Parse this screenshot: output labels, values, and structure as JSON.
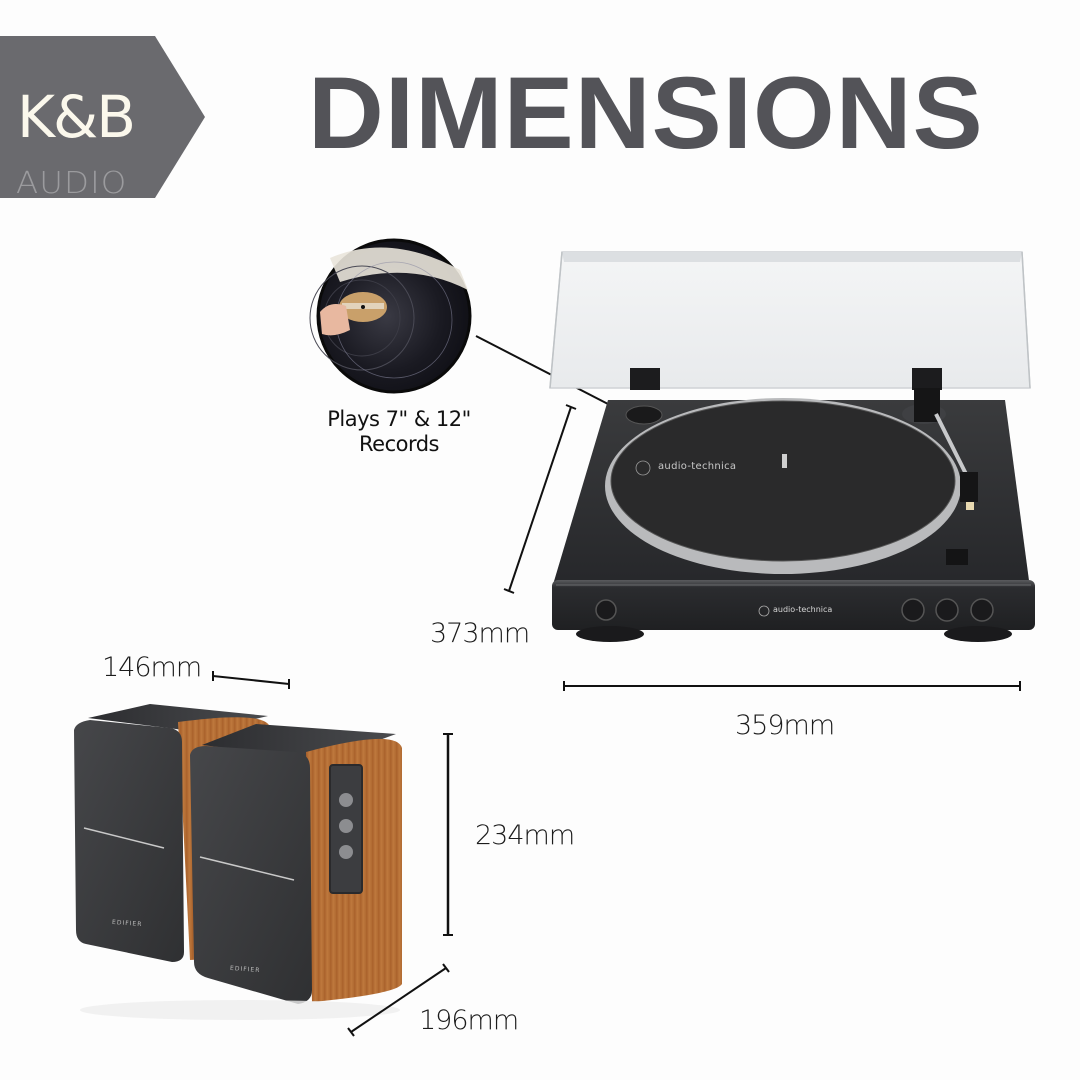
{
  "brand": {
    "logo_primary": "K&B",
    "logo_secondary": "AUDIO",
    "badge_color": "#6a6a6e",
    "primary_text_color": "#fbf8ec",
    "secondary_text_color": "#9b9b9e"
  },
  "header": {
    "title": "DIMENSIONS",
    "title_color": "#535358"
  },
  "callout": {
    "caption": "Plays 7\" & 12\" Records",
    "caption_line1": "Plays 7\" & 12\"",
    "caption_line2": "Records",
    "icon": "vinyl-record-closeup"
  },
  "turntable": {
    "brand_platter": "audio-technica",
    "brand_front": "audio-technica",
    "depth_label": "373mm",
    "width_label": "359mm",
    "body_color": "#2e2f31",
    "mat_color": "#2a2a2b"
  },
  "speakers": {
    "brand": "EDIFIER",
    "width_label": "146mm",
    "height_label": "234mm",
    "depth_label": "196mm",
    "grille_color": "#3b3c3e",
    "wood_color": "#b86f35"
  }
}
